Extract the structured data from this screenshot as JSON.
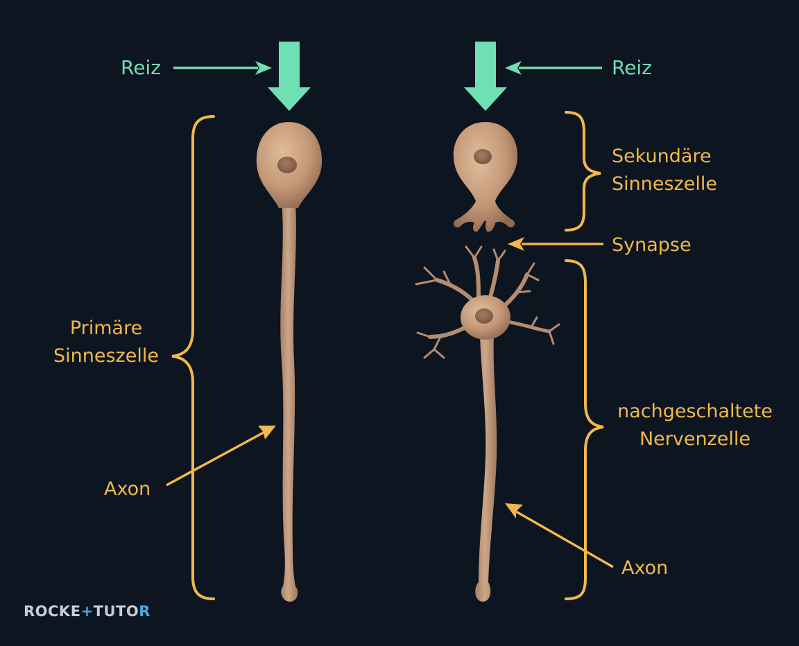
{
  "colors": {
    "background": "#0d1520",
    "stimulus": "#6fe0b4",
    "annotation": "#f2b84b",
    "cell": "#c4997a"
  },
  "left": {
    "stimulus_label": "Reiz",
    "cell_label": [
      "Primäre",
      "Sinneszelle"
    ],
    "axon_label": "Axon"
  },
  "right": {
    "stimulus_label": "Reiz",
    "sensory_cell_label": [
      "Sekundäre",
      "Sinneszelle"
    ],
    "synapse_label": "Synapse",
    "nerve_cell_label": [
      "nachgeschaltete",
      "Nervenzelle"
    ],
    "axon_label": "Axon"
  },
  "brand": {
    "part1": "ROCKE",
    "part2": "TUTO",
    "part3": "R"
  },
  "icons": [
    "stimulus-arrow-icon",
    "pointer-arrow-icon",
    "curly-brace-icon",
    "neuron-illustration"
  ]
}
